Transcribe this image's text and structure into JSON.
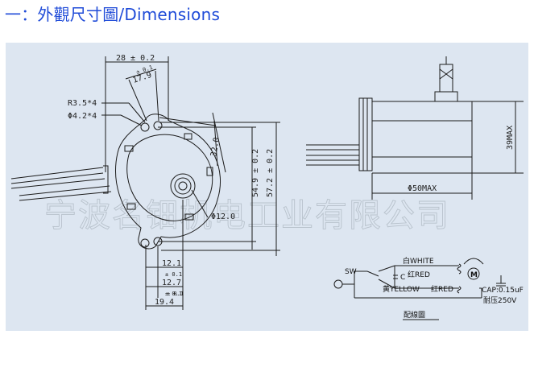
{
  "heading": "一：外觀尺寸圖/Dimensions",
  "watermark": "宁波名钿机电工业有限公司",
  "front_view": {
    "width_label": "28 ± 0.2",
    "offset_tol": "± 0.1",
    "offset_label": "17.9",
    "radius_label": "R3.5*4",
    "hole_label": "Φ4.2*4",
    "inner_height_label": "32.0",
    "hole_spacing_label": "54.9 ± 0.2",
    "total_height_label": "57.2 ± 0.2",
    "shaft_dia_label": "Φ12.0",
    "dim1_label": "12.1",
    "dim1_tol": "± 0.1",
    "dim2_label": "12.7",
    "dim2_tol": "± 0.1",
    "dim3_label": "19.4",
    "dim3_tol": "± 0.1"
  },
  "side_view": {
    "height_label": "39MAX",
    "diameter_label": "Φ50MAX"
  },
  "wiring": {
    "sw_label": "SW",
    "white_label": "白WHITE",
    "c_label": "C",
    "yellow_label": "黄YELLOW",
    "red1_label": "红RED",
    "red2_label": "红RED",
    "motor_label": "M",
    "cap_label": "CAP:0.15uF",
    "voltage_label": "耐压250V",
    "title": "配線圖"
  }
}
